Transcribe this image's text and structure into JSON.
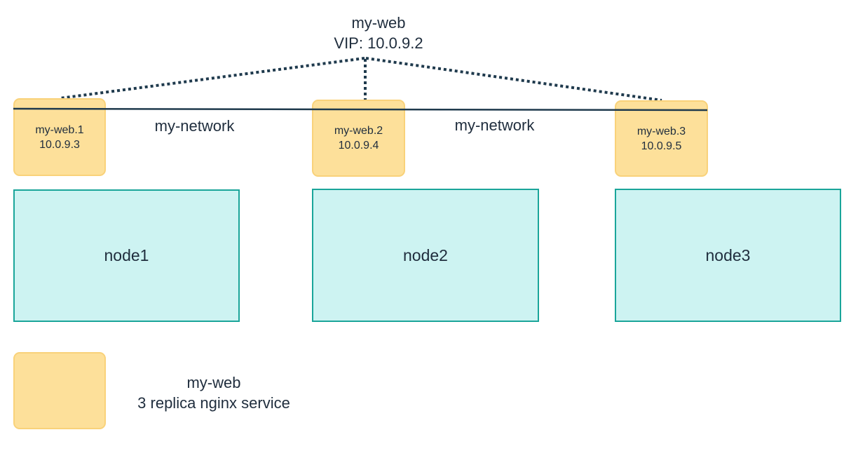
{
  "service": {
    "name": "my-web",
    "vip": "VIP: 10.0.9.2"
  },
  "network": {
    "label_left": "my-network",
    "label_right": "my-network"
  },
  "tasks": [
    {
      "name": "my-web.1",
      "ip": "10.0.9.3"
    },
    {
      "name": "my-web.2",
      "ip": "10.0.9.4"
    },
    {
      "name": "my-web.3",
      "ip": "10.0.9.5"
    }
  ],
  "nodes": [
    {
      "label": "node1"
    },
    {
      "label": "node2"
    },
    {
      "label": "node3"
    }
  ],
  "legend": {
    "title": "my-web",
    "description": "3 replica nginx service"
  },
  "colors": {
    "task_fill": "#fde09a",
    "task_border": "#f9d27a",
    "node_fill": "#cdf3f2",
    "node_border": "#1aa59a",
    "line": "#1f3a4d"
  }
}
